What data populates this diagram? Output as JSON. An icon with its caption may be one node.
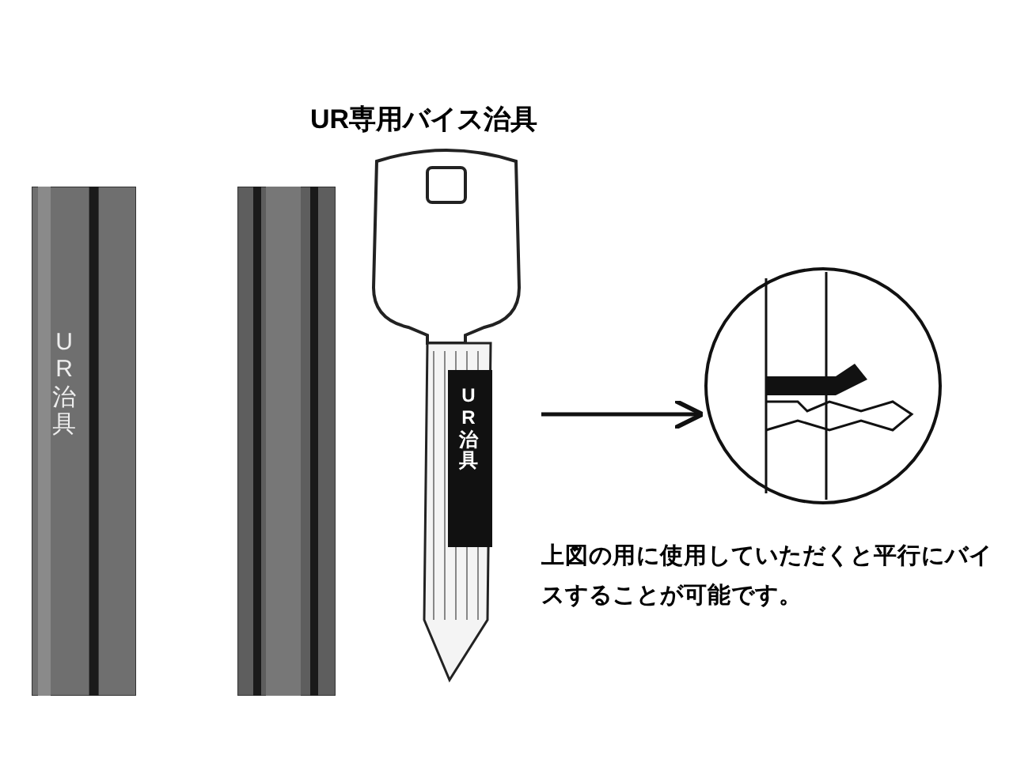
{
  "diagram": {
    "title": "UR専用バイス治具",
    "nodes": [
      {
        "text": [
          "UR治具"
        ]
      },
      {
        "text": [],
        "shape": "picture"
      },
      {
        "text": [
          "UR治具"
        ]
      },
      {
        "text": [],
        "shape": "picture"
      }
    ],
    "edges": [
      {
        "from": 2,
        "to": 3,
        "arrow": "to"
      }
    ],
    "labels": [
      "上図の用に使用していただくと平行にバイスすることが可能です。"
    ]
  }
}
